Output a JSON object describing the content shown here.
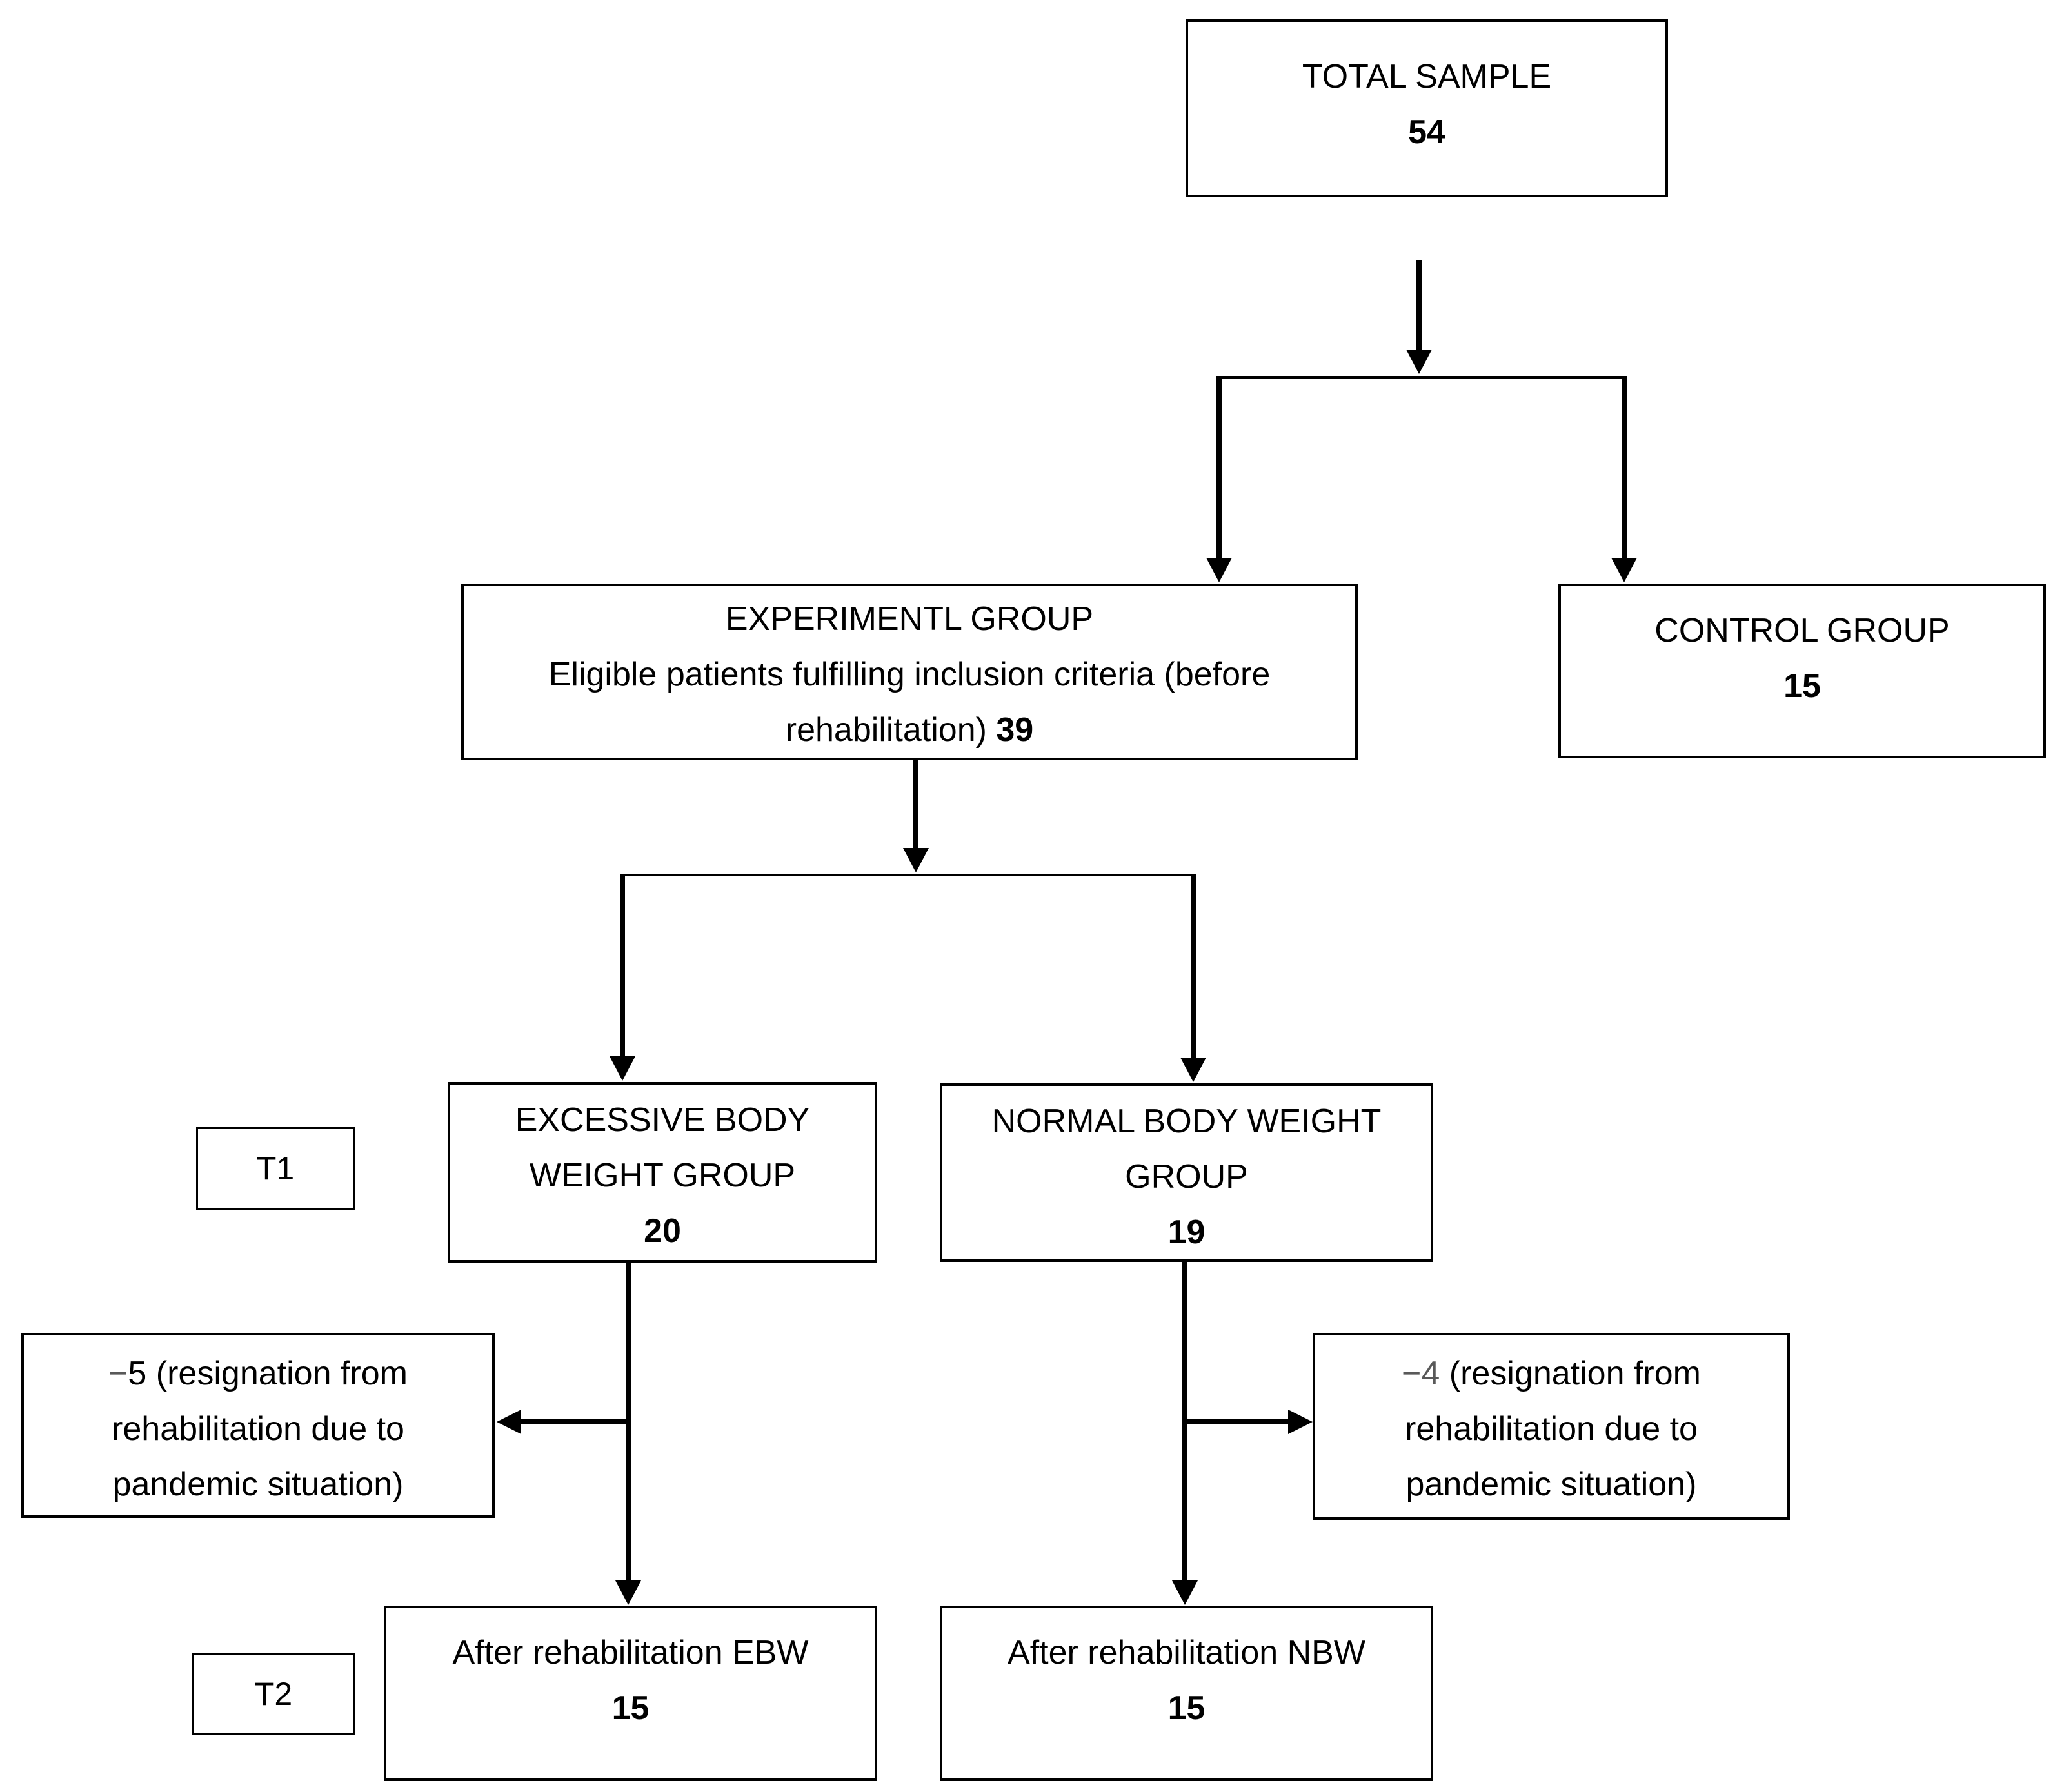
{
  "colors": {
    "ink": "#000000",
    "muted_minus": "#595959",
    "background": "#ffffff"
  },
  "nodes": {
    "total_sample": {
      "title": "TOTAL SAMPLE",
      "value": "54"
    },
    "experimental_group": {
      "title": "EXPERIMENTL GROUP",
      "subtitle_line1": "Eligible patients fulfilling inclusion criteria (before",
      "subtitle_line2_prefix": "rehabilitation) ",
      "value": "39"
    },
    "control_group": {
      "title": "CONTROL GROUP",
      "value": "15"
    },
    "t1": {
      "label": "T1"
    },
    "excessive_body_weight_group": {
      "line1": "EXCESSIVE BODY",
      "line2": "WEIGHT GROUP",
      "value": "20"
    },
    "normal_body_weight_group": {
      "line1": "NORMAL BODY WEIGHT",
      "line2": "GROUP",
      "value": "19"
    },
    "dropout_left": {
      "highlight": "−",
      "line1_rest": "5 (resignation from",
      "line2": "rehabilitation due to",
      "line3": "pandemic situation)"
    },
    "dropout_right": {
      "highlight": "−4",
      "line1_rest": " (resignation from",
      "line2": "rehabilitation due to",
      "line3": "pandemic situation)"
    },
    "t2": {
      "label": "T2"
    },
    "after_rehab_ebw": {
      "line1": "After rehabilitation EBW",
      "value": "15"
    },
    "after_rehab_nbw": {
      "line1": "After rehabilitation NBW",
      "value": "15"
    }
  }
}
